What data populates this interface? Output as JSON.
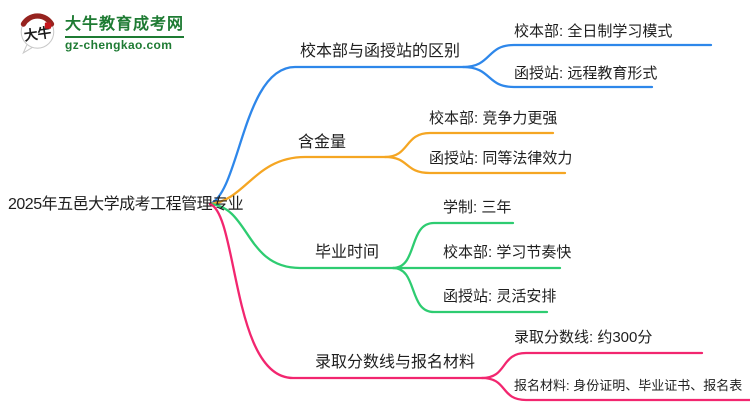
{
  "logo": {
    "icon_text": "大牛",
    "title": "大牛教育成考网",
    "url": "gz-chengkao.com",
    "brand_green": "#1e7b33",
    "seal_red": "#c8161d",
    "arc_red": "#96231f"
  },
  "root": {
    "label": "2025年五邑大学成考工程管理专业"
  },
  "branches": [
    {
      "label": "校本部与函授站的区别",
      "color": "#2e87ea",
      "children": [
        {
          "label": "校本部: 全日制学习模式"
        },
        {
          "label": "函授站: 远程教育形式"
        }
      ]
    },
    {
      "label": "含金量",
      "color": "#f5a623",
      "children": [
        {
          "label": "校本部: 竞争力更强"
        },
        {
          "label": "函授站: 同等法律效力"
        }
      ]
    },
    {
      "label": "毕业时间",
      "color": "#2ecc71",
      "children": [
        {
          "label": "学制: 三年"
        },
        {
          "label": "校本部: 学习节奏快"
        },
        {
          "label": "函授站: 灵活安排"
        }
      ]
    },
    {
      "label": "录取分数线与报名材料",
      "color": "#f2266f",
      "children": [
        {
          "label": "录取分数线: 约300分"
        },
        {
          "label": "报名材料: 身份证明、毕业证书、报名表"
        }
      ]
    }
  ]
}
